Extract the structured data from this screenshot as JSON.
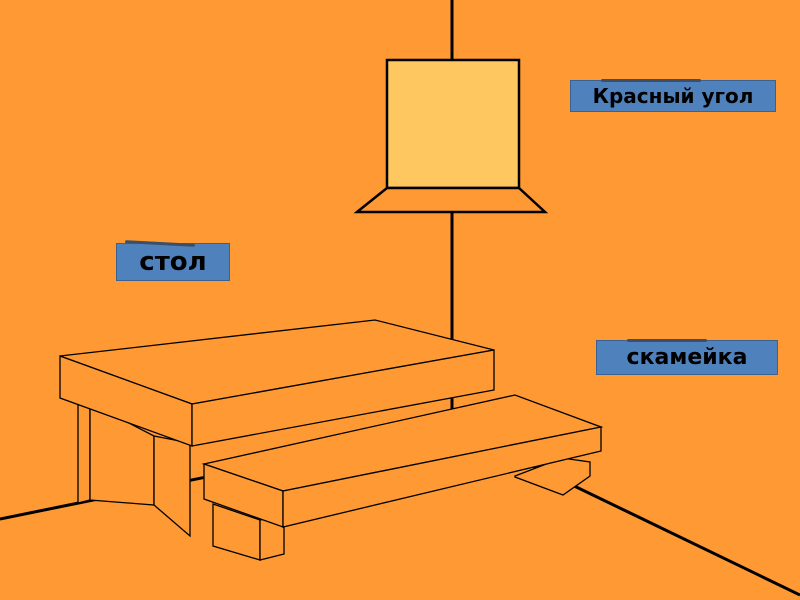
{
  "colors": {
    "background": "#ff9933",
    "icon_fill": "#ffc760",
    "label_fill": "#4f81bd",
    "line": "#000000"
  },
  "labels": {
    "red_corner": "Красный угол",
    "table": "стол",
    "bench": "скамейка"
  },
  "icons": [
    "icon-shelf",
    "table",
    "bench",
    "room-corner-lines"
  ]
}
